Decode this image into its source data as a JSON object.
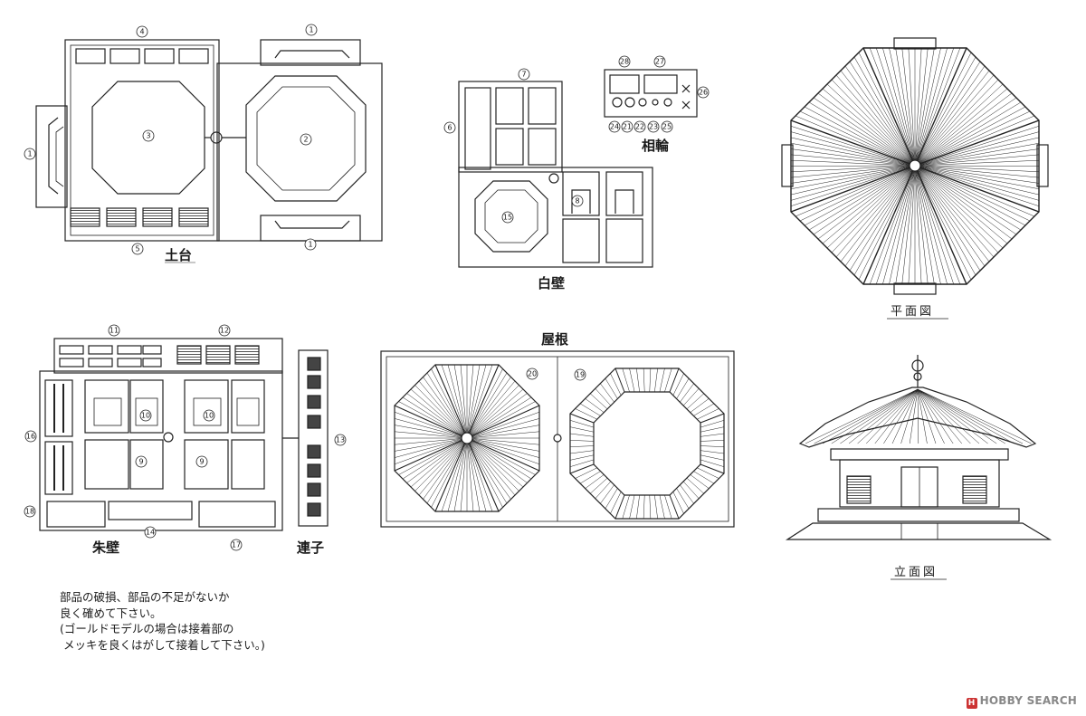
{
  "sections": {
    "dodai": "土台",
    "shirakabe": "白壁",
    "sorin": "相輪",
    "shukabe": "朱壁",
    "renji": "連子",
    "yane": "屋根",
    "heimen": "平面図",
    "ritsumen": "立面図"
  },
  "part_numbers": {
    "n1": "1",
    "n2": "2",
    "n3": "3",
    "n4": "4",
    "n5": "5",
    "n6": "6",
    "n7": "7",
    "n8": "8",
    "n9": "9",
    "n10": "10",
    "n11": "11",
    "n12": "12",
    "n13": "13",
    "n14": "14",
    "n15": "15",
    "n16": "16",
    "n17": "17",
    "n18": "18",
    "n19": "19",
    "n20": "20",
    "n21": "21",
    "n22": "22",
    "n23": "23",
    "n24": "24",
    "n25": "25",
    "n26": "26",
    "n27": "27",
    "n28": "28"
  },
  "note": {
    "line1": "部品の破損、部品の不足がないか",
    "line2": "良く確めて下さい。",
    "line3": "(ゴールドモデルの場合は接着部の",
    "line4": " メッキを良くはがして接着して下さい。)"
  },
  "watermark": "HOBBY SEARCH"
}
